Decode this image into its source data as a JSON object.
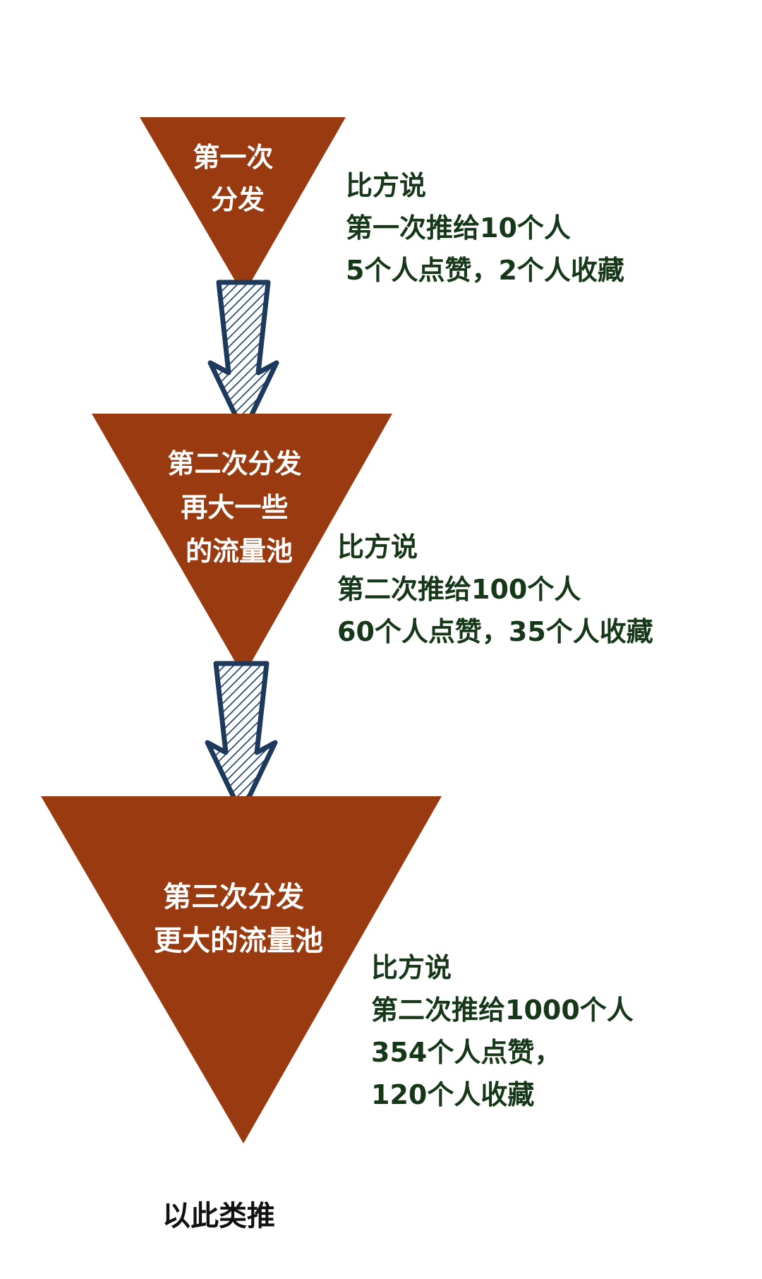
{
  "colors": {
    "funnel_fill": "#9a3a10",
    "arrow_outline": "#1d3a5c",
    "arrow_hatch": "#2a4a70",
    "note_text": "#163818",
    "label_text": "#ffffff",
    "footer_text": "#111111"
  },
  "stages": [
    {
      "title_lines": [
        "第一次",
        "分发"
      ],
      "note_lines": [
        "比方说",
        "第一次推给10个人",
        "5个人点赞，2个人收藏"
      ]
    },
    {
      "title_lines": [
        "第二次分发",
        "再大一些",
        "的流量池"
      ],
      "note_lines": [
        "比方说",
        "第二次推给100个人",
        "60个人点赞，35个人收藏"
      ]
    },
    {
      "title_lines": [
        "第三次分发",
        "更大的流量池"
      ],
      "note_lines": [
        "比方说",
        "第二次推给1000个人",
        "354个人点赞，",
        "120个人收藏"
      ]
    }
  ],
  "footer": "以此类推"
}
